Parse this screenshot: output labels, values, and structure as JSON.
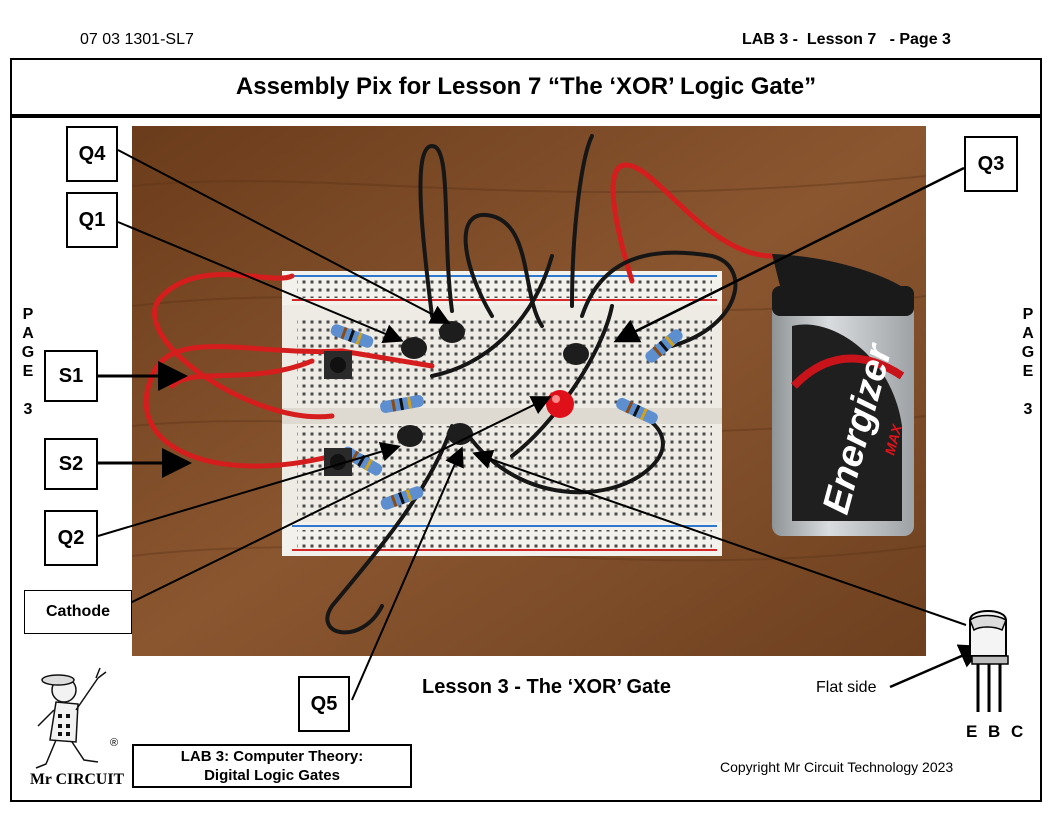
{
  "header": {
    "doc_code": "07 03 1301-SL7",
    "lab_page": "LAB 3 -  Lesson 7   - Page 3"
  },
  "title": "Assembly Pix for Lesson 7 “The ‘XOR’ Logic Gate”",
  "callouts": {
    "q4": "Q4",
    "q1": "Q1",
    "s1": "S1",
    "s2": "S2",
    "q2": "Q2",
    "cathode": "Cathode",
    "q3": "Q3",
    "q5": "Q5"
  },
  "side_page_left": [
    "P",
    "A",
    "G",
    "E",
    "",
    "3"
  ],
  "side_page_right": [
    "P",
    "A",
    "G",
    "E",
    "",
    "3"
  ],
  "photo": {
    "battery_brand": "Energizer",
    "battery_sub": "MAX"
  },
  "lesson_caption": "Lesson 3 - The ‘XOR’ Gate",
  "transistor": {
    "flat_side_label": "Flat side",
    "pins": "E B C"
  },
  "footer": {
    "lab_line1": "LAB 3:  Computer Theory:",
    "lab_line2": "Digital Logic Gates",
    "copyright": "Copyright Mr Circuit Technology 2023",
    "logo_text": "Mr CIRCUIT",
    "registered": "®"
  },
  "colors": {
    "wood": "#7a4a24",
    "breadboard": "#efece6",
    "wire_red": "#d61d1d",
    "wire_black": "#161616",
    "battery_silver": "#bfc3c6",
    "battery_black": "#1a1a1a",
    "led_red": "#e0101a"
  }
}
